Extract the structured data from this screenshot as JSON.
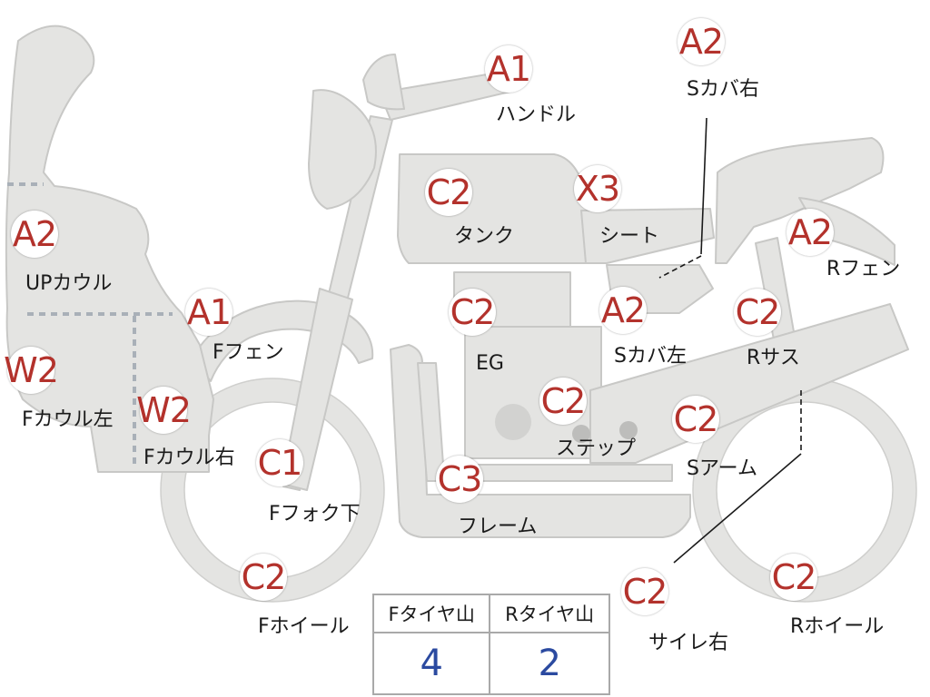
{
  "parts": {
    "handle": {
      "code": "A1",
      "name": "ハンドル"
    },
    "scover_r": {
      "code": "A2",
      "name": "Sカバ右"
    },
    "up_cowl": {
      "code": "A2",
      "name": "UPカウル"
    },
    "tank": {
      "code": "C2",
      "name": "タンク"
    },
    "seat": {
      "code": "X3",
      "name": "シート"
    },
    "r_fender": {
      "code": "A2",
      "name": "Rフェン"
    },
    "f_fender": {
      "code": "A1",
      "name": "Fフェン"
    },
    "engine": {
      "code": "C2",
      "name": "EG"
    },
    "scover_l": {
      "code": "A2",
      "name": "Sカバ左"
    },
    "r_sus": {
      "code": "C2",
      "name": "Rサス"
    },
    "f_cowl_l": {
      "code": "W2",
      "name": "Fカウル左"
    },
    "f_cowl_r": {
      "code": "W2",
      "name": "Fカウル右"
    },
    "step": {
      "code": "C2",
      "name": "ステップ"
    },
    "s_arm": {
      "code": "C2",
      "name": "Sアーム"
    },
    "f_fork": {
      "code": "C1",
      "name": "Fフォク下"
    },
    "frame": {
      "code": "C3",
      "name": "フレーム"
    },
    "f_wheel": {
      "code": "C2",
      "name": "Fホイール"
    },
    "muffler_r": {
      "code": "C2",
      "name": "サイレ右"
    },
    "r_wheel": {
      "code": "C2",
      "name": "Rホイール"
    }
  },
  "tire_table": {
    "front_label": "Fタイヤ山",
    "rear_label": "Rタイヤ山",
    "front_value": "4",
    "rear_value": "2"
  },
  "colors": {
    "grade_code": "#b3322c",
    "tire_value": "#2b4aa0",
    "body_fill": "#e4e4e2",
    "body_stroke": "#c8c8c6"
  }
}
